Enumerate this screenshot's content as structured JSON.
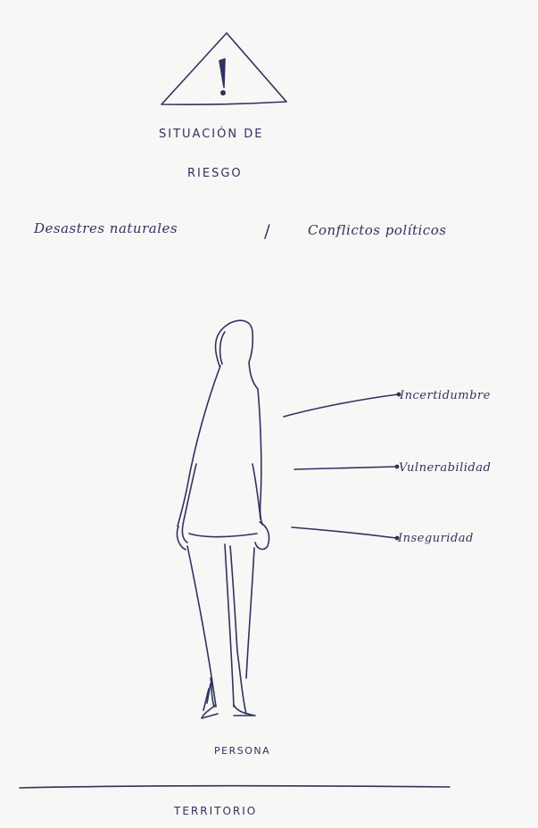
{
  "warning_sign": {
    "icon": "warning-triangle-icon",
    "title_line1": "SITUACIÓN DE",
    "title_line2": "RIESGO"
  },
  "causes": {
    "left": "Desastres naturales",
    "separator": "/",
    "right": "Conflictos políticos"
  },
  "effects": [
    {
      "label": "Incertidumbre"
    },
    {
      "label": "Vulnerabilidad"
    },
    {
      "label": "Inseguridad"
    }
  ],
  "person": {
    "icon": "person-figure-icon",
    "label": "PERSONA"
  },
  "territory": {
    "label": "TERRITORIO"
  },
  "colors": {
    "ink": "#2f3360",
    "paper": "#f7f7f5"
  }
}
